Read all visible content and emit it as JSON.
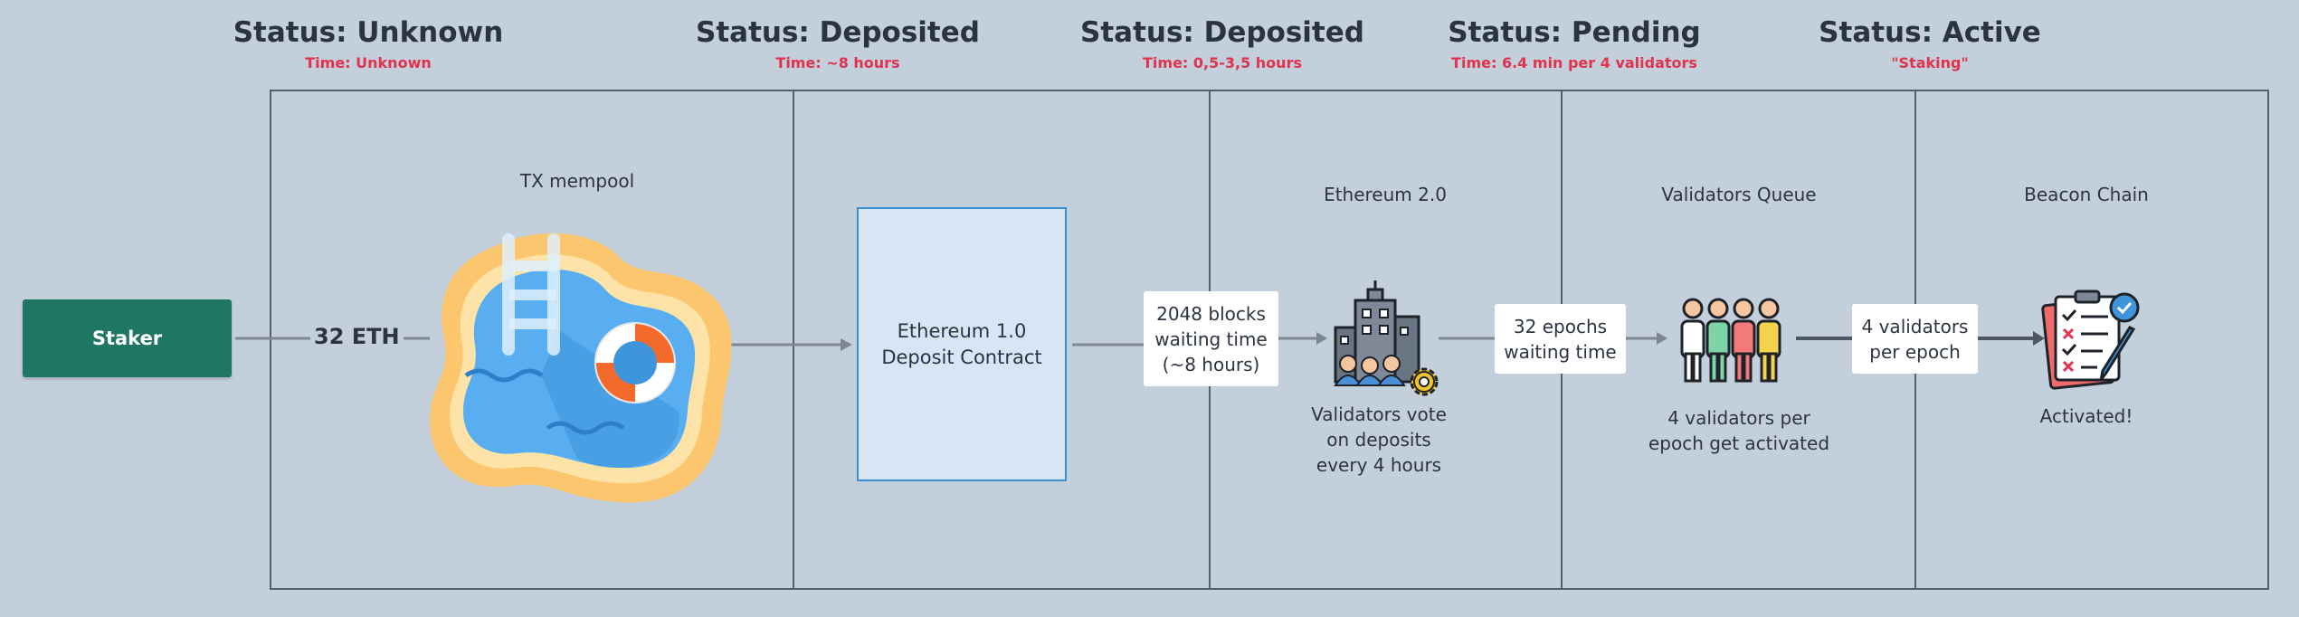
{
  "stages": [
    {
      "status": "Status: Unknown",
      "time": "Time: Unknown"
    },
    {
      "status": "Status: Deposited",
      "time": "Time: ~8 hours"
    },
    {
      "status": "Status: Deposited",
      "time": "Time: 0,5-3,5 hours"
    },
    {
      "status": "Status: Pending",
      "time": "Time: 6.4 min per 4 validators"
    },
    {
      "status": "Status: Active",
      "time": "\"Staking\""
    }
  ],
  "staker": {
    "label": "Staker"
  },
  "amount": {
    "label": "32 ETH"
  },
  "mempool": {
    "label": "TX mempool"
  },
  "contract": {
    "line1": "Ethereum 1.0",
    "line2": "Deposit Contract"
  },
  "blocks_box": {
    "line1": "2048 blocks",
    "line2": "waiting time",
    "line3": "(~8 hours)"
  },
  "eth2": {
    "label": "Ethereum 2.0",
    "caption1": "Validators vote",
    "caption2": "on deposits",
    "caption3": "every 4 hours"
  },
  "epochs_box": {
    "line1": "32 epochs",
    "line2": "waiting time"
  },
  "queue": {
    "label": "Validators Queue",
    "caption1": "4 validators per",
    "caption2": "epoch get activated"
  },
  "per_epoch_box": {
    "line1": "4 validators",
    "line2": "per epoch"
  },
  "beacon": {
    "label": "Beacon Chain",
    "caption": "Activated!"
  },
  "icons": [
    "pool-icon",
    "ladder-icon",
    "lifebuoy-icon",
    "buildings-icon",
    "gear-icon",
    "validators-group-icon",
    "checklist-icon"
  ],
  "colors": {
    "background": "#c3cfda",
    "staker": "#1f7763",
    "time_text": "#e0334f",
    "contract_fill": "#d6e6f5",
    "contract_border": "#3d8fd4",
    "connector": "#7d8792"
  }
}
